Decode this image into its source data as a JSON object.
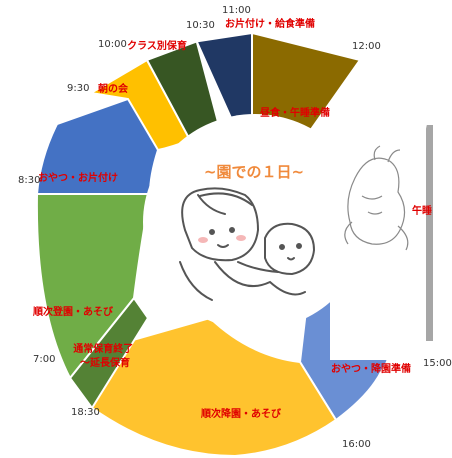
{
  "diagram": {
    "banner": "~園での１日~",
    "times": [
      "11:00",
      "10:30",
      "10:00",
      "9:30",
      "8:30",
      "7:00",
      "18:30",
      "16:00",
      "15:00",
      "12:00"
    ],
    "segments": [
      {
        "label": "お片付け・給食準備",
        "color": "#203864"
      },
      {
        "label": "昼食・午睡準備",
        "color": "#8b6a00"
      },
      {
        "label": "午睡",
        "color": "#a6a6a6"
      },
      {
        "label": "おやつ・降園準備",
        "color": "#6a8fd4"
      },
      {
        "label": "順次降園・あそび",
        "color": "#ffc32e"
      },
      {
        "label": "通常保育終了～延長保育",
        "color": "#548235"
      },
      {
        "label": "順次登園・あそび",
        "color": "#70ad47"
      },
      {
        "label": "おやつ・お片付け",
        "color": "#4472c4"
      },
      {
        "label": "朝の会",
        "color": "#ffc000"
      },
      {
        "label": "クラス別保育",
        "color": "#375623"
      }
    ]
  }
}
